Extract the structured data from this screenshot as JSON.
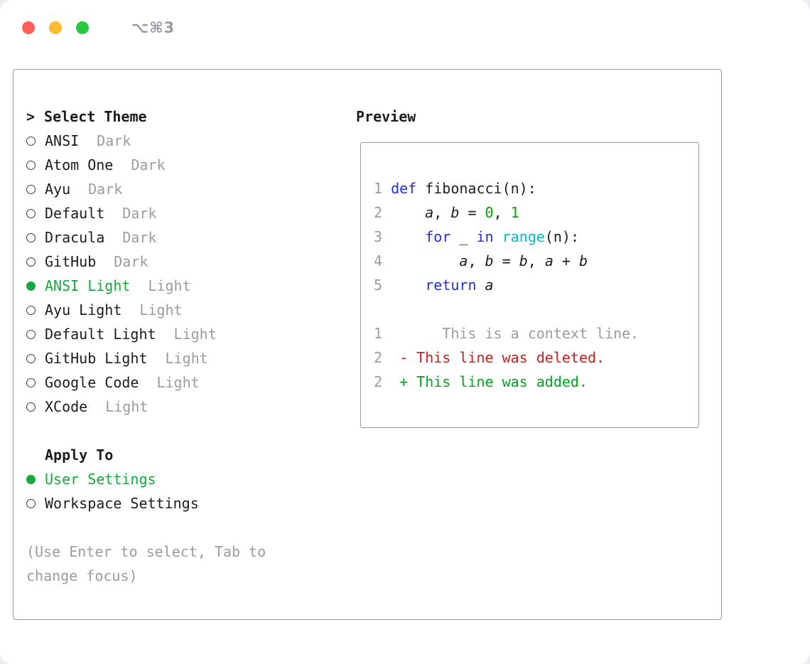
{
  "window": {
    "title": "⌥⌘3"
  },
  "theme_picker": {
    "prefix": ">",
    "heading": "Select Theme",
    "items": [
      {
        "name": "ANSI",
        "variant": "Dark",
        "selected": false
      },
      {
        "name": "Atom One",
        "variant": "Dark",
        "selected": false
      },
      {
        "name": "Ayu",
        "variant": "Dark",
        "selected": false
      },
      {
        "name": "Default",
        "variant": "Dark",
        "selected": false
      },
      {
        "name": "Dracula",
        "variant": "Dark",
        "selected": false
      },
      {
        "name": "GitHub",
        "variant": "Dark",
        "selected": false
      },
      {
        "name": "ANSI Light",
        "variant": "Light",
        "selected": true
      },
      {
        "name": "Ayu Light",
        "variant": "Light",
        "selected": false
      },
      {
        "name": "Default Light",
        "variant": "Light",
        "selected": false
      },
      {
        "name": "GitHub Light",
        "variant": "Light",
        "selected": false
      },
      {
        "name": "Google Code",
        "variant": "Light",
        "selected": false
      },
      {
        "name": "XCode",
        "variant": "Light",
        "selected": false
      }
    ]
  },
  "apply_to": {
    "heading": "Apply To",
    "options": [
      {
        "label": "User Settings",
        "selected": true
      },
      {
        "label": "Workspace Settings",
        "selected": false
      }
    ]
  },
  "hint": "(Use Enter to select, Tab to change focus)",
  "preview": {
    "heading": "Preview",
    "lines": [
      {
        "num": "1",
        "tokens": [
          {
            "c": "kw",
            "t": "def"
          },
          {
            "c": "pl",
            "t": " fibonacci(n):"
          }
        ]
      },
      {
        "num": "2",
        "tokens": [
          {
            "c": "pl",
            "t": "    "
          },
          {
            "c": "var",
            "t": "a"
          },
          {
            "c": "pl",
            "t": ", "
          },
          {
            "c": "var",
            "t": "b"
          },
          {
            "c": "pl",
            "t": " = "
          },
          {
            "c": "num",
            "t": "0"
          },
          {
            "c": "pl",
            "t": ", "
          },
          {
            "c": "num",
            "t": "1"
          }
        ]
      },
      {
        "num": "3",
        "tokens": [
          {
            "c": "pl",
            "t": "    "
          },
          {
            "c": "kw",
            "t": "for"
          },
          {
            "c": "pl",
            "t": " _ "
          },
          {
            "c": "kw",
            "t": "in"
          },
          {
            "c": "pl",
            "t": " "
          },
          {
            "c": "fn",
            "t": "range"
          },
          {
            "c": "pl",
            "t": "(n):"
          }
        ]
      },
      {
        "num": "4",
        "tokens": [
          {
            "c": "pl",
            "t": "        "
          },
          {
            "c": "var",
            "t": "a"
          },
          {
            "c": "pl",
            "t": ", "
          },
          {
            "c": "var",
            "t": "b"
          },
          {
            "c": "pl",
            "t": " = "
          },
          {
            "c": "var",
            "t": "b"
          },
          {
            "c": "pl",
            "t": ", "
          },
          {
            "c": "var",
            "t": "a"
          },
          {
            "c": "pl",
            "t": " + "
          },
          {
            "c": "var",
            "t": "b"
          }
        ]
      },
      {
        "num": "5",
        "tokens": [
          {
            "c": "pl",
            "t": "    "
          },
          {
            "c": "kw",
            "t": "return"
          },
          {
            "c": "pl",
            "t": " "
          },
          {
            "c": "var",
            "t": "a"
          }
        ]
      },
      {
        "blank": true
      },
      {
        "num": "1",
        "tokens": [
          {
            "c": "ctx",
            "t": "      This is a context line."
          }
        ]
      },
      {
        "num": "2",
        "tokens": [
          {
            "c": "del",
            "t": " - This line was deleted."
          }
        ]
      },
      {
        "num": "2",
        "tokens": [
          {
            "c": "add",
            "t": " + This line was added."
          }
        ]
      }
    ]
  },
  "colors": {
    "accent_green": "#17a83c",
    "text": "#1d1d1f",
    "muted": "#9b9ba2",
    "border": "#98989f",
    "traffic_red": "#ff5f57",
    "traffic_yellow": "#febc2e",
    "traffic_green": "#28c840",
    "kw_blue": "#1c2fe0",
    "fn_cyan": "#00bcd4",
    "num_green": "#00a600",
    "del_red": "#d21c1c",
    "add_green": "#00a61e"
  }
}
